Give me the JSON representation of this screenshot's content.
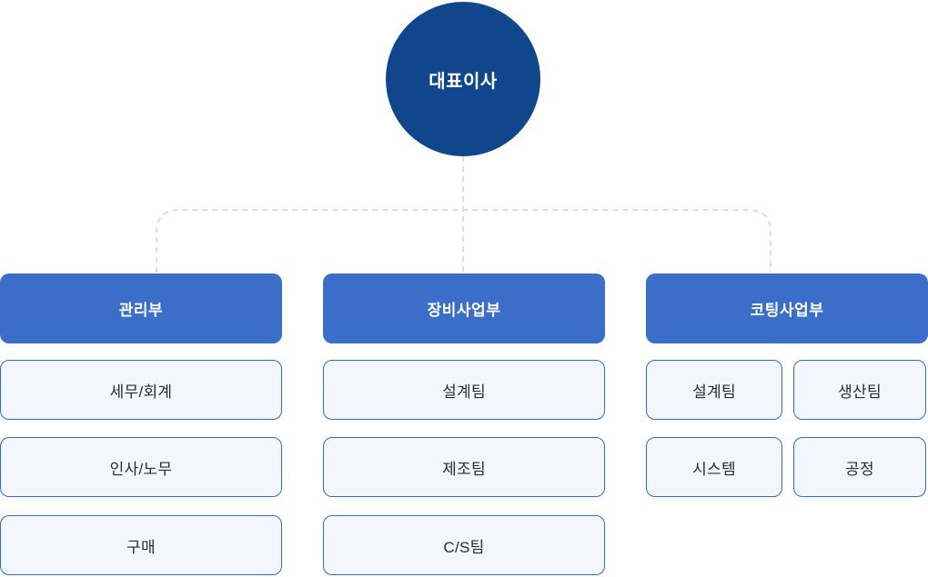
{
  "diagram": {
    "type": "org-chart",
    "root": {
      "label": "대표이사"
    },
    "departments": [
      {
        "name": "관리부",
        "teams": [
          "세무/회계",
          "인사/노무",
          "구매"
        ],
        "layout": "single-column"
      },
      {
        "name": "장비사업부",
        "teams": [
          "설계팀",
          "제조팀",
          "C/S팀"
        ],
        "layout": "single-column"
      },
      {
        "name": "코팅사업부",
        "teams": [
          "설계팀",
          "생산팀",
          "시스템",
          "공정"
        ],
        "layout": "grid-2col"
      }
    ],
    "colors": {
      "root_circle": "#10468C",
      "dept_header": "#3A6EC8",
      "team_fill": "#F3F7FD",
      "team_border": "#2E6BDE",
      "team_text": "#2B2B33",
      "label_text": "#FFFFFF",
      "connector": "#DEDEDE"
    }
  }
}
